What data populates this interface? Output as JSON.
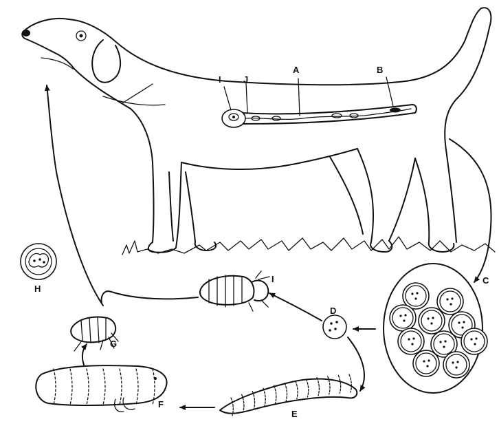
{
  "labels": {
    "A": "A",
    "B": "B",
    "C": "C",
    "D": "D",
    "E": "E",
    "F": "F",
    "G": "G",
    "H": "H",
    "I_left": "I",
    "I_right": "I",
    "J": "J"
  },
  "colors": {
    "ink": "#111111",
    "background": "#ffffff"
  }
}
